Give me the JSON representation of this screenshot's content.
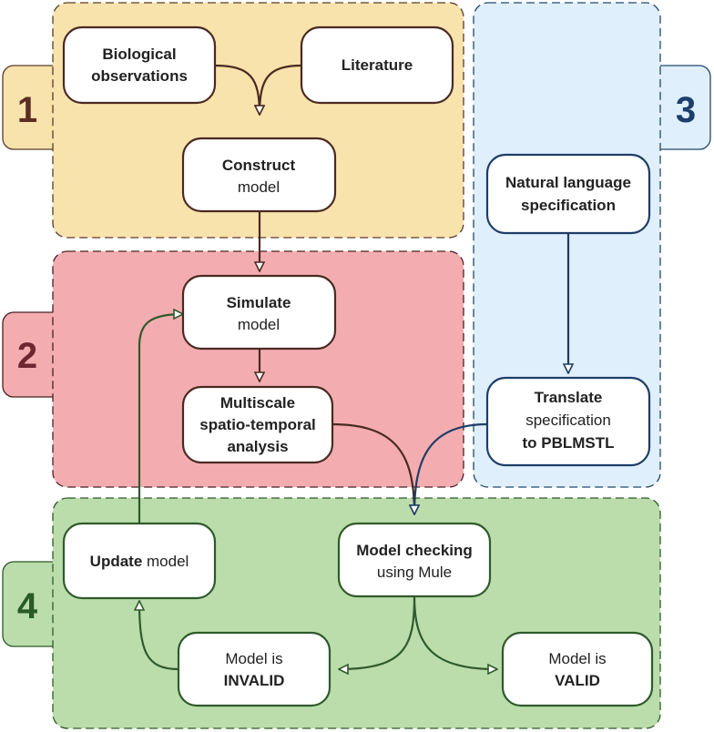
{
  "colors": {
    "stage1_fill": "#f8e3ac",
    "stage1_border": "#5a3a2e",
    "stage1_text": "#5a2e22",
    "stage2_fill": "#f3adb1",
    "stage2_border": "#4a2024",
    "stage2_text": "#6e2630",
    "stage3_fill": "#dfeffb",
    "stage3_border": "#22476e",
    "stage3_text": "#1c3e6c",
    "stage4_fill": "#bbddab",
    "stage4_border": "#2e5a2a",
    "stage4_text": "#2a5a26",
    "dark_brown": "#4a2a22",
    "navy": "#1f3d66",
    "dark_green": "#2f5a2c"
  },
  "stages": {
    "s1": {
      "number": "1"
    },
    "s2": {
      "number": "2"
    },
    "s3": {
      "number": "3"
    },
    "s4": {
      "number": "4"
    }
  },
  "nodes": {
    "bio_obs": {
      "line1": "Biological",
      "line2": "observations"
    },
    "literature": {
      "line1": "Literature"
    },
    "construct": {
      "line1": "Construct",
      "line2": "model"
    },
    "simulate": {
      "line1": "Simulate",
      "line2": "model"
    },
    "multiscale": {
      "line1": "Multiscale",
      "line2": "spatio-temporal",
      "line3": "analysis"
    },
    "natural": {
      "line1": "Natural language",
      "line2": "specification"
    },
    "translate": {
      "line1": "Translate",
      "line2": "specification",
      "line3": "to PBLMSTL"
    },
    "model_checking": {
      "line1": "Model checking",
      "line2": "using Mule"
    },
    "update": {
      "bold": "Update",
      "rest": " model"
    },
    "invalid": {
      "line1": "Model is",
      "line2": "INVALID"
    },
    "valid": {
      "line1": "Model is",
      "line2": "VALID"
    }
  }
}
